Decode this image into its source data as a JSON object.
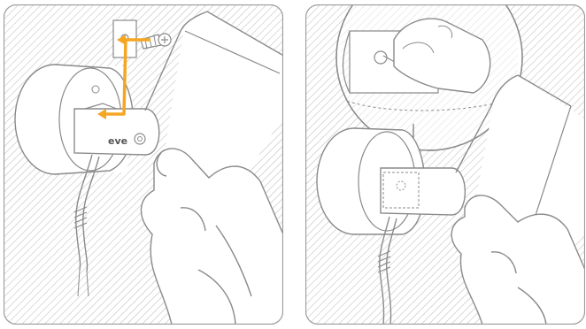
{
  "illustration": {
    "left_panel": {
      "step": "attach-device-to-wall-mount",
      "brand_label": "eve",
      "arrow_color": "#f5a623"
    },
    "right_panel": {
      "step": "tighten-screw-detail",
      "brand_label": ""
    }
  },
  "colors": {
    "line": "#8a8a8a",
    "hatch": "#c8c8c8",
    "fill": "#ffffff",
    "accent": "#f5a623",
    "border": "#9a9a9a"
  }
}
